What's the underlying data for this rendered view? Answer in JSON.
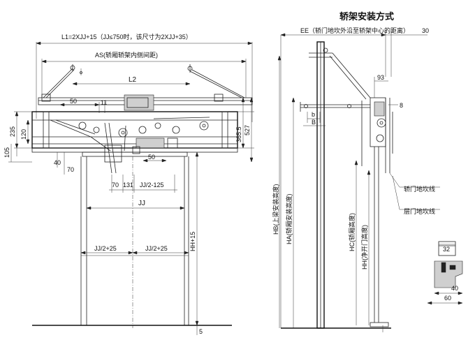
{
  "title_right": "轿架安装方式",
  "dims": {
    "l1": "L1=2XJJ+15（JJ≤750时，该尺寸为2XJJ+35）",
    "as": "AS(轿厢轿架内侧间距)",
    "l2": "L2",
    "d50a": "50",
    "d11": "11",
    "d235": "235",
    "d120": "120",
    "d105": "105",
    "d3655": "365.5",
    "d527": "527",
    "d40": "40",
    "d70": "70",
    "d50b": "50",
    "d70b": "70",
    "d131": "131",
    "jj2m125": "JJ/2-125",
    "jj": "JJ",
    "jj2p25a": "JJ/2+25",
    "jj2p25b": "JJ/2+25",
    "hh15": "HH+15",
    "d5": "5",
    "ee": "EE（轿门地坎外沿至轿架中心的距离）",
    "d30": "30",
    "d93": "93",
    "d8": "8",
    "b_small": "b",
    "b_big": "B",
    "hb": "HB(上梁安装高度)",
    "ha": "HA(轿厢安装高度)",
    "hc": "HC(轿厢高度)",
    "hh": "HH(净开门高度)",
    "car_sill": "轿门地坎线",
    "landing_sill": "层门地坎线",
    "d32": "32",
    "d40b": "40",
    "d60": "60"
  }
}
